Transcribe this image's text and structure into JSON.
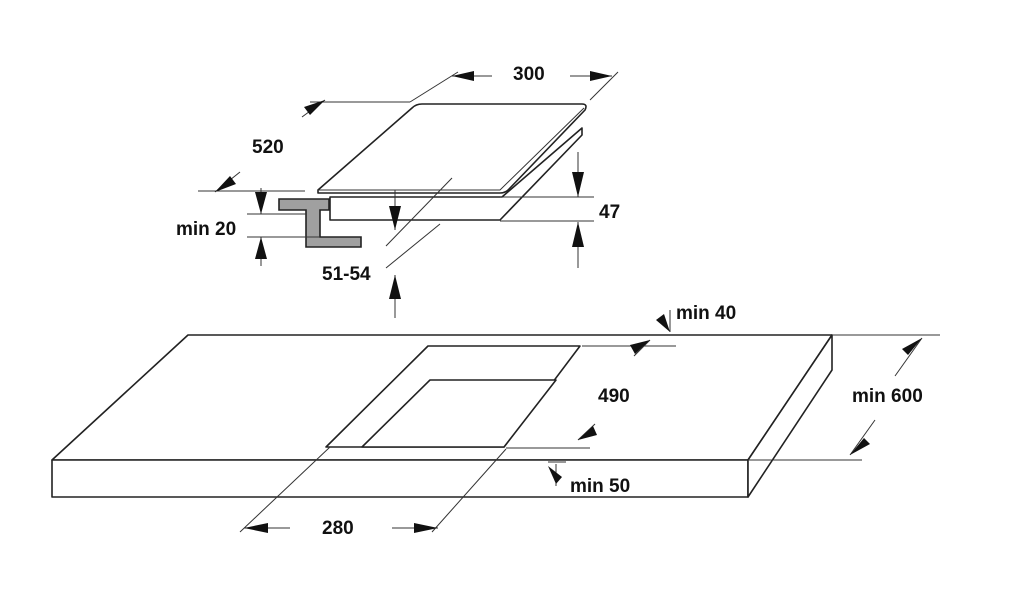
{
  "labels": {
    "width_300": "300",
    "depth_520": "520",
    "height_47": "47",
    "min_20": "min 20",
    "range_51_54": "51-54",
    "min_40": "min 40",
    "cutout_490": "490",
    "min_600": "min 600",
    "min_50": "min 50",
    "cutout_280": "280"
  },
  "colors": {
    "line": "#222222",
    "bracket_fill": "#a0a0a0",
    "text": "#111111"
  }
}
